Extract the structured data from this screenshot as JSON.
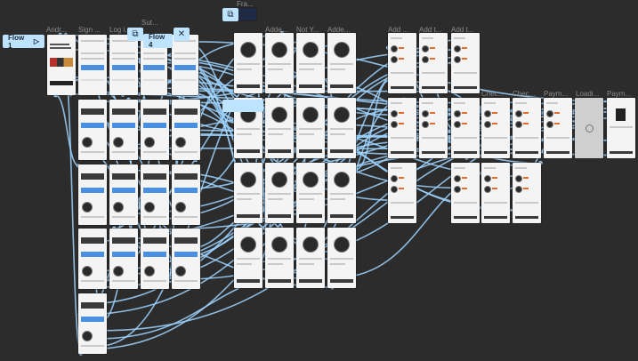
{
  "canvas": {
    "background": "#2c2c2c",
    "connector_color": "#9fd3ff",
    "accent": "#bde3ff"
  },
  "flows": [
    {
      "label": "Flow 1",
      "icon": "play-icon"
    },
    {
      "label": "Flow 4",
      "icon": "play-icon"
    }
  ],
  "toolbar": {
    "frame_icon": "frame-icon",
    "close_icon": "close-icon"
  },
  "frame_labels": {
    "andr": "Andr...",
    "sign": "Sign ...",
    "login": "Log i...",
    "sut": "Sut...",
    "fra": "Fra...",
    "adde1": "Adde...",
    "not": "Not Y...",
    "adde2": "Adde...",
    "add1": "Add ...",
    "add2": "Add t...",
    "add3": "Add t...",
    "chec1": "Chec...",
    "chec2": "Chec...",
    "paym1": "Paym...",
    "load": "Loadi...",
    "paym2": "Paym..."
  }
}
